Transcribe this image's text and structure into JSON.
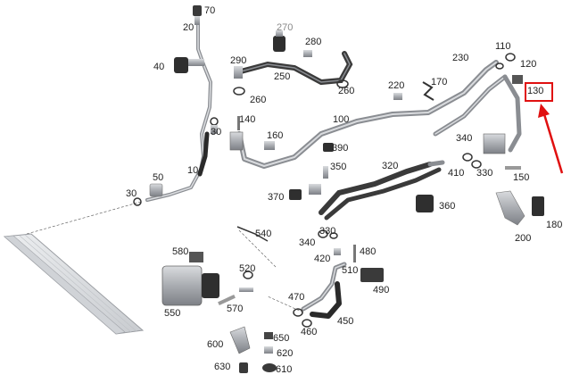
{
  "diagram": {
    "highlight_color": "#e01010",
    "line_color": "#666666",
    "part_color": "#9a9da3",
    "callouts": [
      {
        "id": "c70",
        "text": "70"
      },
      {
        "id": "c20",
        "text": "20"
      },
      {
        "id": "c40",
        "text": "40"
      },
      {
        "id": "c270",
        "text": "270"
      },
      {
        "id": "c280",
        "text": "280"
      },
      {
        "id": "c290",
        "text": "290"
      },
      {
        "id": "c250",
        "text": "250"
      },
      {
        "id": "c260a",
        "text": "260"
      },
      {
        "id": "c260b",
        "text": "260"
      },
      {
        "id": "c110",
        "text": "110"
      },
      {
        "id": "c230",
        "text": "230"
      },
      {
        "id": "c120",
        "text": "120"
      },
      {
        "id": "c130",
        "text": "130"
      },
      {
        "id": "c170",
        "text": "170"
      },
      {
        "id": "c220",
        "text": "220"
      },
      {
        "id": "c140",
        "text": "140"
      },
      {
        "id": "c100",
        "text": "100"
      },
      {
        "id": "c30a",
        "text": "30"
      },
      {
        "id": "c160",
        "text": "160"
      },
      {
        "id": "c390",
        "text": "390"
      },
      {
        "id": "c340a",
        "text": "340"
      },
      {
        "id": "c350",
        "text": "350"
      },
      {
        "id": "c320",
        "text": "320"
      },
      {
        "id": "c410",
        "text": "410"
      },
      {
        "id": "c330a",
        "text": "330"
      },
      {
        "id": "c150",
        "text": "150"
      },
      {
        "id": "c10",
        "text": "10"
      },
      {
        "id": "c50",
        "text": "50"
      },
      {
        "id": "c30b",
        "text": "30"
      },
      {
        "id": "c370",
        "text": "370"
      },
      {
        "id": "c360",
        "text": "360"
      },
      {
        "id": "c180",
        "text": "180"
      },
      {
        "id": "c200",
        "text": "200"
      },
      {
        "id": "c540",
        "text": "540"
      },
      {
        "id": "c340b",
        "text": "340"
      },
      {
        "id": "c330b",
        "text": "330"
      },
      {
        "id": "c580",
        "text": "580"
      },
      {
        "id": "c420",
        "text": "420"
      },
      {
        "id": "c480",
        "text": "480"
      },
      {
        "id": "c520",
        "text": "520"
      },
      {
        "id": "c510",
        "text": "510"
      },
      {
        "id": "c490",
        "text": "490"
      },
      {
        "id": "c550",
        "text": "550"
      },
      {
        "id": "c570",
        "text": "570"
      },
      {
        "id": "c470",
        "text": "470"
      },
      {
        "id": "c460",
        "text": "460"
      },
      {
        "id": "c450",
        "text": "450"
      },
      {
        "id": "c600",
        "text": "600"
      },
      {
        "id": "c650",
        "text": "650"
      },
      {
        "id": "c620",
        "text": "620"
      },
      {
        "id": "c630",
        "text": "630"
      },
      {
        "id": "c610",
        "text": "610"
      }
    ]
  }
}
